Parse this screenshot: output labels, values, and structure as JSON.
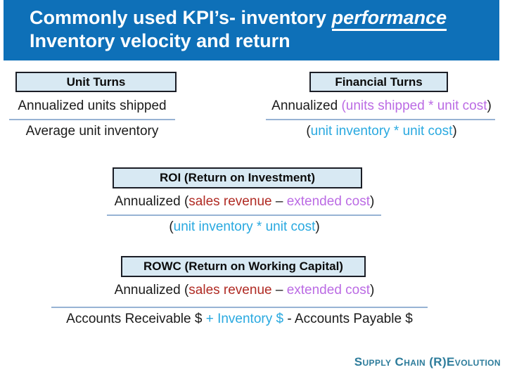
{
  "header": {
    "title_line1_prefix": "Commonly used KPI’s- inventory ",
    "title_line1_emphasis": "performance",
    "title_line2": "Inventory velocity and return"
  },
  "unit_turns": {
    "box_label": "Unit Turns",
    "numerator": "Annualized units shipped",
    "denominator": "Average unit inventory"
  },
  "financial_turns": {
    "box_label": "Financial Turns",
    "num_prefix": "Annualized ",
    "num_colored": "(units shipped * unit cost",
    "num_close": ")",
    "den_open": "(",
    "den_colored": "unit inventory * unit cost",
    "den_close": ")"
  },
  "roi": {
    "box_label": "ROI (Return on Investment)",
    "num_prefix": "Annualized (",
    "num_red": "sales revenue",
    "num_dash": " – ",
    "num_purple": "extended cost",
    "num_close": ")",
    "den_open": "(",
    "den_colored": "unit inventory * unit cost",
    "den_close": ")"
  },
  "rowc": {
    "box_label": "ROWC (Return on Working Capital)",
    "num_prefix": "Annualized (",
    "num_red": "sales revenue",
    "num_dash": " – ",
    "num_purple": "extended cost",
    "num_close": ")",
    "den_black1": "Accounts Receivable $ ",
    "den_cyan": "+ Inventory $",
    "den_black2": " - Accounts Payable $"
  },
  "footer": {
    "brand": "Supply Chain (R)Evolution"
  },
  "colors": {
    "header_bg": "#0E70B8",
    "header_text": "#FFFFFF",
    "box_fill": "#D8E9F3",
    "box_border": "#1B1E26",
    "fraction_line": "#97B3D4",
    "term_red": "#B02B24",
    "term_purple": "#BB6BE4",
    "term_cyan": "#29A9E0",
    "footer_teal": "#2D7C9B"
  }
}
